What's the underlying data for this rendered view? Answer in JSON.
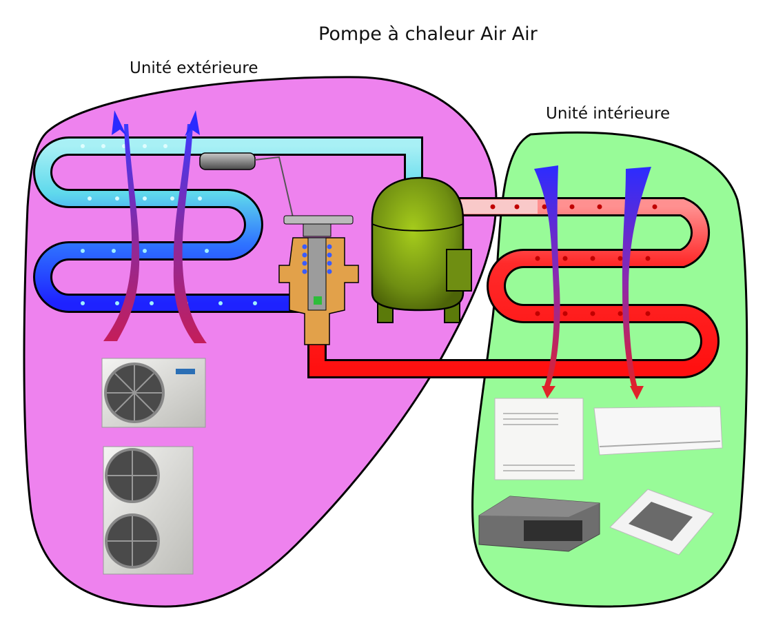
{
  "title": "Pompe à chaleur Air Air",
  "outdoor_unit": {
    "label": "Unité extérieure",
    "background_color": "#ee82ee"
  },
  "indoor_unit": {
    "label": "Unité intérieure",
    "background_color": "#98fb98"
  },
  "colors": {
    "hot_refrigerant": "#ff1a1a",
    "cold_liquid": "#1f2cff",
    "cold_vapor": "#6fe3ee",
    "warm_vapor": "#f9c9c9",
    "compressor": "#7a9a14",
    "cold_air": "#3a2cff",
    "warm_air": "#e0222a"
  }
}
